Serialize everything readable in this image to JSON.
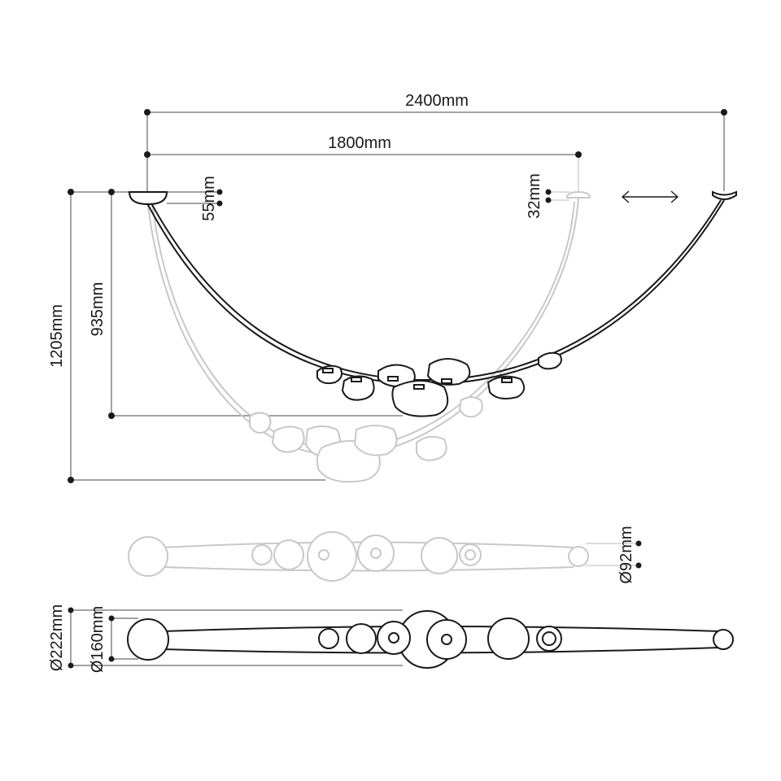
{
  "dimensions": {
    "total_width": "2400mm",
    "inner_width": "1800mm",
    "canopy_height_left": "55mm",
    "canopy_height_right": "32mm",
    "total_drop": "1205mm",
    "inner_drop": "935mm",
    "small_end_diameter": "Ø92mm",
    "outer_diameter": "Ø222mm",
    "inner_diameter": "Ø160mm"
  },
  "colors": {
    "line_dark": "#1a1a1a",
    "line_light": "#c8c8c8",
    "background": "#ffffff"
  },
  "icons": {
    "adjust": "double-arrow-icon"
  }
}
